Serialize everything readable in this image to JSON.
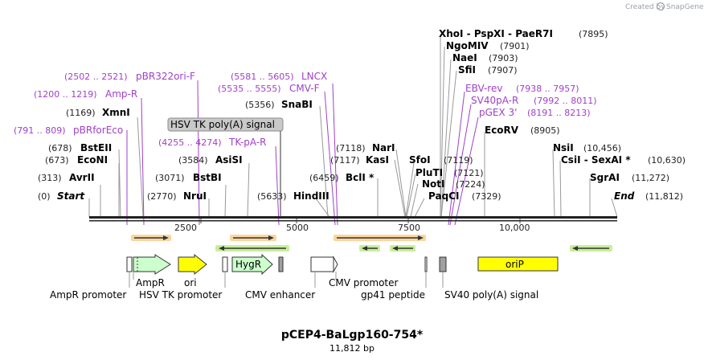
{
  "brand": {
    "created_by": "Created by",
    "name": "SnapGene"
  },
  "map": {
    "name": "pCEP4-BaLgp160-754*",
    "length_label": "11,812 bp",
    "ruler_ticks": [
      "2500",
      "5000",
      "7500",
      "10,000"
    ]
  },
  "enzymes": [
    {
      "coord": "(0)",
      "name": "Start",
      "italic": true
    },
    {
      "coord": "(313)",
      "name": "AvrII"
    },
    {
      "coord": "(673)",
      "name": "EcoNI"
    },
    {
      "coord": "(678)",
      "name": "BstEII"
    },
    {
      "coord": "(1169)",
      "name": "XmnI"
    },
    {
      "coord": "(2770)",
      "name": "NruI"
    },
    {
      "coord": "(3071)",
      "name": "BstBI"
    },
    {
      "coord": "(3584)",
      "name": "AsiSI"
    },
    {
      "coord": "(5356)",
      "name": "SnaBI"
    },
    {
      "coord": "(5633)",
      "name": "HindIII"
    },
    {
      "coord": "(6459)",
      "name": "BclI *"
    },
    {
      "coord": "(7117)",
      "name": "KasI"
    },
    {
      "coord": "(7118)",
      "name": "NarI"
    },
    {
      "coord": "(7119)",
      "name": "SfoI"
    },
    {
      "coord": "(7121)",
      "name": "PluTI"
    },
    {
      "coord": "(7224)",
      "name": "NotI"
    },
    {
      "coord": "(7329)",
      "name": "PaqCI"
    },
    {
      "coord": "(7895)",
      "name": "XhoI - PspXI - PaeR7I"
    },
    {
      "coord": "(7901)",
      "name": "NgoMIV"
    },
    {
      "coord": "(7903)",
      "name": "NaeI"
    },
    {
      "coord": "(7907)",
      "name": "SfiI"
    },
    {
      "coord": "(8905)",
      "name": "EcoRV"
    },
    {
      "coord": "(10,456)",
      "name": "NsiI"
    },
    {
      "coord": "(10,630)",
      "name": "CsiI - SexAI *"
    },
    {
      "coord": "(11,272)",
      "name": "SgrAI"
    },
    {
      "coord": "(11,812)",
      "name": "End",
      "italic": true
    }
  ],
  "primers": [
    {
      "range": "(2502 .. 2521)",
      "name": "pBR322ori-F"
    },
    {
      "range": "(1200 .. 1219)",
      "name": "Amp-R"
    },
    {
      "range": "(791 .. 809)",
      "name": "pBRforEco"
    },
    {
      "range": "(4255 .. 4274)",
      "name": "TK-pA-R"
    },
    {
      "range": "(5581 .. 5605)",
      "name": "LNCX"
    },
    {
      "range": "(5535 .. 5555)",
      "name": "CMV-F"
    },
    {
      "range": "(7938 .. 7957)",
      "name": "EBV-rev"
    },
    {
      "range": "(7992 .. 8011)",
      "name": "SV40pA-R"
    },
    {
      "range": "(8191 .. 8213)",
      "name": "pGEX 3'"
    }
  ],
  "callout": "HSV TK poly(A) signal",
  "features": {
    "AmpR": "AmpR",
    "ori": "ori",
    "HygR": "HygR",
    "oriP": "oriP",
    "AmpR_promoter": "AmpR promoter",
    "HSV_TK_promoter": "HSV TK promoter",
    "CMV_enhancer": "CMV enhancer",
    "CMV_promoter": "CMV promoter",
    "gp41_peptide": "gp41 peptide",
    "SV40_polyA": "SV40 poly(A) signal"
  }
}
